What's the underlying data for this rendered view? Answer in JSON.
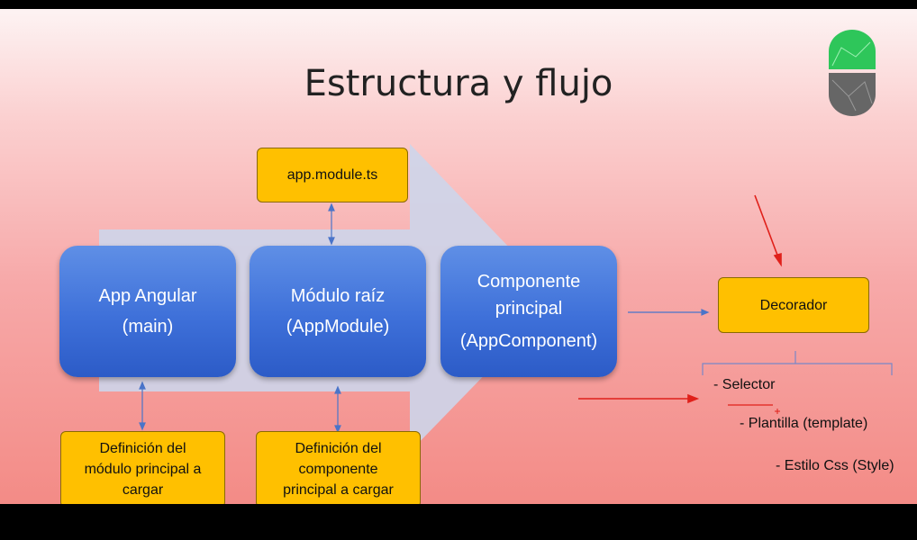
{
  "slide": {
    "title": "Estructura y flujo"
  },
  "boxes": {
    "app_module": {
      "text": "app.module.ts"
    },
    "app_angular": {
      "lines": [
        "App Angular",
        "(main)"
      ]
    },
    "modulo_raiz": {
      "lines": [
        "Módulo raíz",
        "(AppModule)"
      ]
    },
    "componente_principal": {
      "lines": [
        "Componente",
        "principal",
        "(AppComponent)"
      ]
    },
    "decorador": {
      "text": "Decorador"
    },
    "def_modulo": {
      "lines": [
        "Definición del",
        "módulo principal a",
        "cargar"
      ]
    },
    "def_componente": {
      "lines": [
        "Definición del",
        "componente",
        "principal a cargar"
      ]
    }
  },
  "decorator_list": [
    "- Selector",
    "- Plantilla (template)",
    "- Estilo Css (Style)"
  ],
  "colors": {
    "blue_box": "#3e70d9",
    "yellow_box": "#ffc000",
    "big_arrow": "#cdd5ea",
    "connector": "#4a74c9",
    "annotation_red": "#e0201a"
  }
}
